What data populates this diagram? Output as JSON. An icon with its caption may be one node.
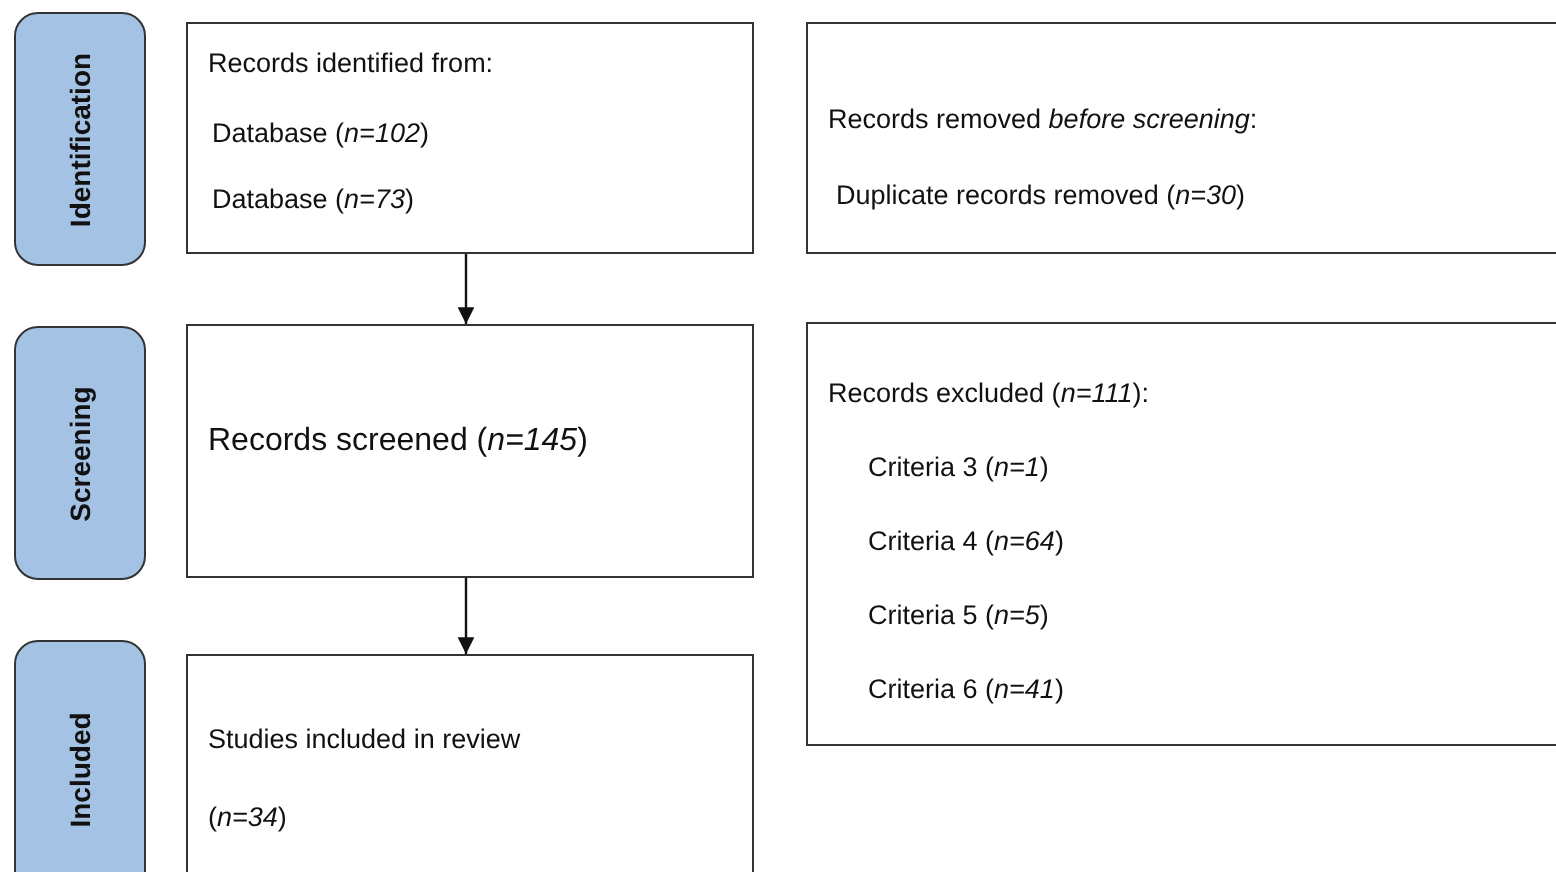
{
  "diagram": {
    "nodes": [
      {
        "text": [
          "Identification"
        ]
      },
      {
        "text": [
          "Records identified from:",
          "Database (*n=102*)",
          "Database (*n=73*)"
        ]
      },
      {
        "text": [
          "Records removed *before screening*:",
          "Duplicate records removed (*n=30*)"
        ]
      },
      {
        "text": [
          "Screening"
        ]
      },
      {
        "text": [
          "Records screened (*n=145*)"
        ]
      },
      {
        "text": [
          "Records excluded (*n=111*):",
          "Criteria 3 (*n=1*)",
          "Criteria 4 (*n=64*)",
          "Criteria 5 (*n=5*)",
          "Criteria 6 (*n=41*)"
        ]
      },
      {
        "text": [
          "Included"
        ]
      },
      {
        "text": [
          "Studies included in review",
          "(*n=34*)"
        ]
      }
    ],
    "edges": [
      {
        "from": 1,
        "to": 4,
        "arrow": "to"
      },
      {
        "from": 4,
        "to": 7,
        "arrow": "to"
      }
    ]
  }
}
